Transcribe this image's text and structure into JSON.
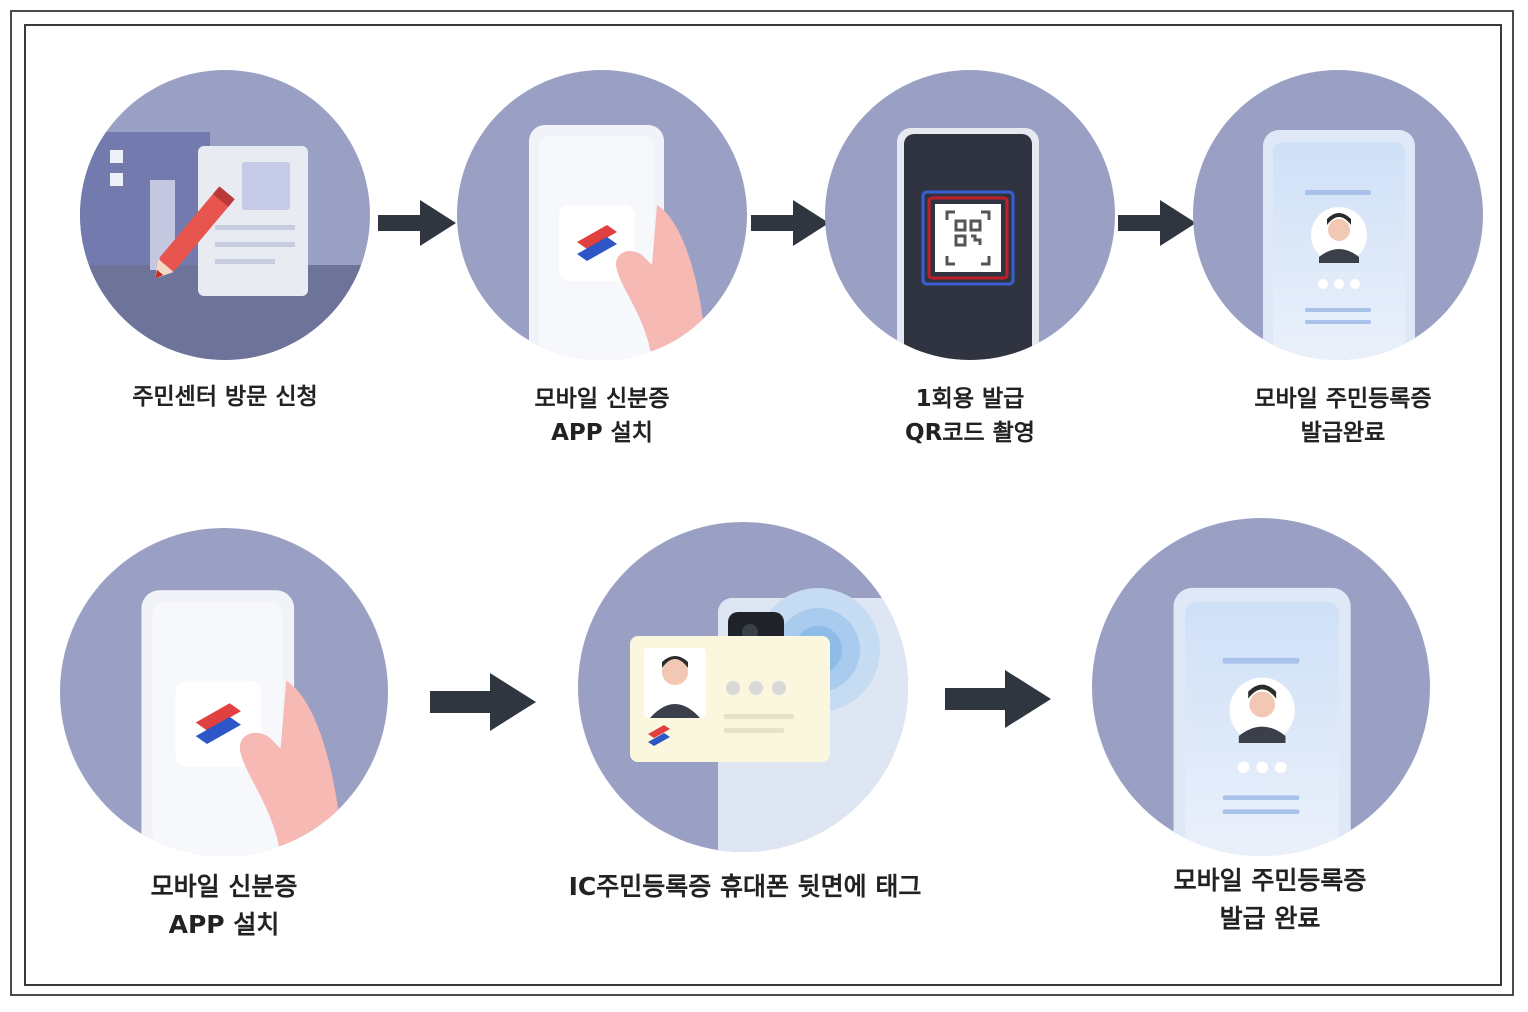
{
  "colors": {
    "circle": "#9aa0c4",
    "arrow": "#2f3640",
    "phone_white": "#f2f3f8",
    "hand": "#f6b9b4",
    "phone_dark": "#2f3440",
    "qr_red": "#c0202a",
    "qr_blue": "#3a5fd0",
    "id_screen": "#cfe0f7",
    "id_card": "#fbf7df",
    "logo_red": "#e04040",
    "logo_blue": "#2e56c6"
  },
  "steps_row1": [
    {
      "id": "visit",
      "illustration": "document-pencil-icon",
      "lines": [
        "주민센터 방문 신청"
      ]
    },
    {
      "id": "install",
      "illustration": "phone-app-hand-icon",
      "lines": [
        "모바일 신분증",
        "APP 설치"
      ]
    },
    {
      "id": "qr",
      "illustration": "qr-code-phone-icon",
      "lines": [
        "1회용 발급",
        "QR코드 촬영"
      ]
    },
    {
      "id": "done",
      "illustration": "id-profile-phone-icon",
      "lines": [
        "모바일 주민등록증",
        "발급완료"
      ]
    }
  ],
  "steps_row2": [
    {
      "id": "install2",
      "illustration": "phone-app-hand-icon",
      "lines": [
        "모바일 신분증",
        "APP 설치"
      ]
    },
    {
      "id": "tag",
      "illustration": "ic-card-tag-icon",
      "lines": [
        "IC주민등록증 휴대폰 뒷면에 태그"
      ]
    },
    {
      "id": "done2",
      "illustration": "id-profile-phone-icon",
      "lines": [
        "모바일 주민등록증",
        "발급 완료"
      ]
    }
  ]
}
